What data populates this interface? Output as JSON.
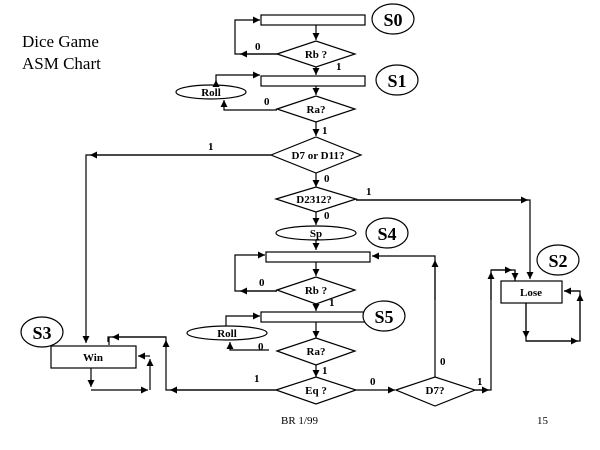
{
  "title": {
    "line1": "Dice Game",
    "line2": "ASM Chart"
  },
  "states": {
    "s0": "S0",
    "s1": "S1",
    "s2": "S2",
    "s3": "S3",
    "s4": "S4",
    "s5": "S5"
  },
  "state_boxes": {
    "s2_output": "Lose",
    "s3_output": "Win"
  },
  "decisions": {
    "rb_s0": "Rb ?",
    "ra_s1": "Ra?",
    "d7_or_d11": "D7 or D11?",
    "d2312": "D2312?",
    "rb_s5": "Rb ?",
    "ra_s5": "Ra?",
    "eq": "Eq ?",
    "d7": "D7?"
  },
  "conditional_outputs": {
    "roll_s1": "Roll",
    "sp": "Sp",
    "roll_s5": "Roll"
  },
  "branch_labels": {
    "rb_s0_0": "0",
    "rb_s0_1": "1",
    "ra_s1_0": "0",
    "ra_s1_1": "1",
    "d7d11_1": "1",
    "d7d11_0": "0",
    "d2312_1": "1",
    "d2312_0": "0",
    "rb_s4_0": "0",
    "rb_s4_1": "1",
    "ra_s5_0": "0",
    "ra_s5_1": "1",
    "eq_1": "1",
    "eq_0": "0",
    "d7_0": "0",
    "d7_1": "1"
  },
  "footer": {
    "left": "BR 1/99",
    "page": "15"
  }
}
